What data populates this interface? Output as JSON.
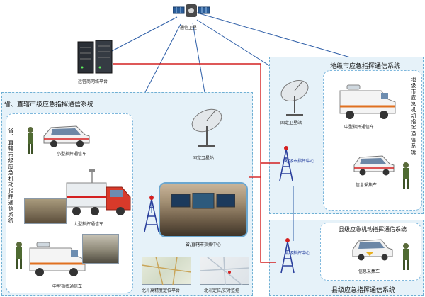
{
  "satellite_label": "通信卫星",
  "platform_label": "运营商网络平台",
  "province_title": "省、直辖市级应急指挥通信系统",
  "province_vertical": "省、直辖市级应急机动指挥通信系统",
  "city_title": "地级市应急指挥通信系统",
  "city_vertical": "地级市应急机动指挥通信系统",
  "county_title": "县级应急指挥通信系统",
  "county_inner_title": "县级应急机动指挥通信系统",
  "labels": {
    "small_vehicle": "小型指挥通信车",
    "large_vehicle": "大型指挥通信车",
    "medium_vehicle_prov": "中型指挥通信车",
    "fixed_station_prov": "固定卫星站",
    "province_center": "省/直辖市指挥中心",
    "beidou_platform": "北斗高精度定位平台",
    "beidou_monitor": "北斗定位/实时监控",
    "fixed_station_city": "固定卫星站",
    "medium_vehicle_city": "中型指挥通信车",
    "city_center": "地级市指挥中心",
    "info_vehicle_city": "信息采集车",
    "county_center": "县级指挥中心",
    "info_vehicle_county": "信息采集车"
  },
  "colors": {
    "panel": "#e6f2f9",
    "border": "#6fb0d4",
    "link_blue": "#2f5fa8",
    "link_red": "#d42020"
  }
}
